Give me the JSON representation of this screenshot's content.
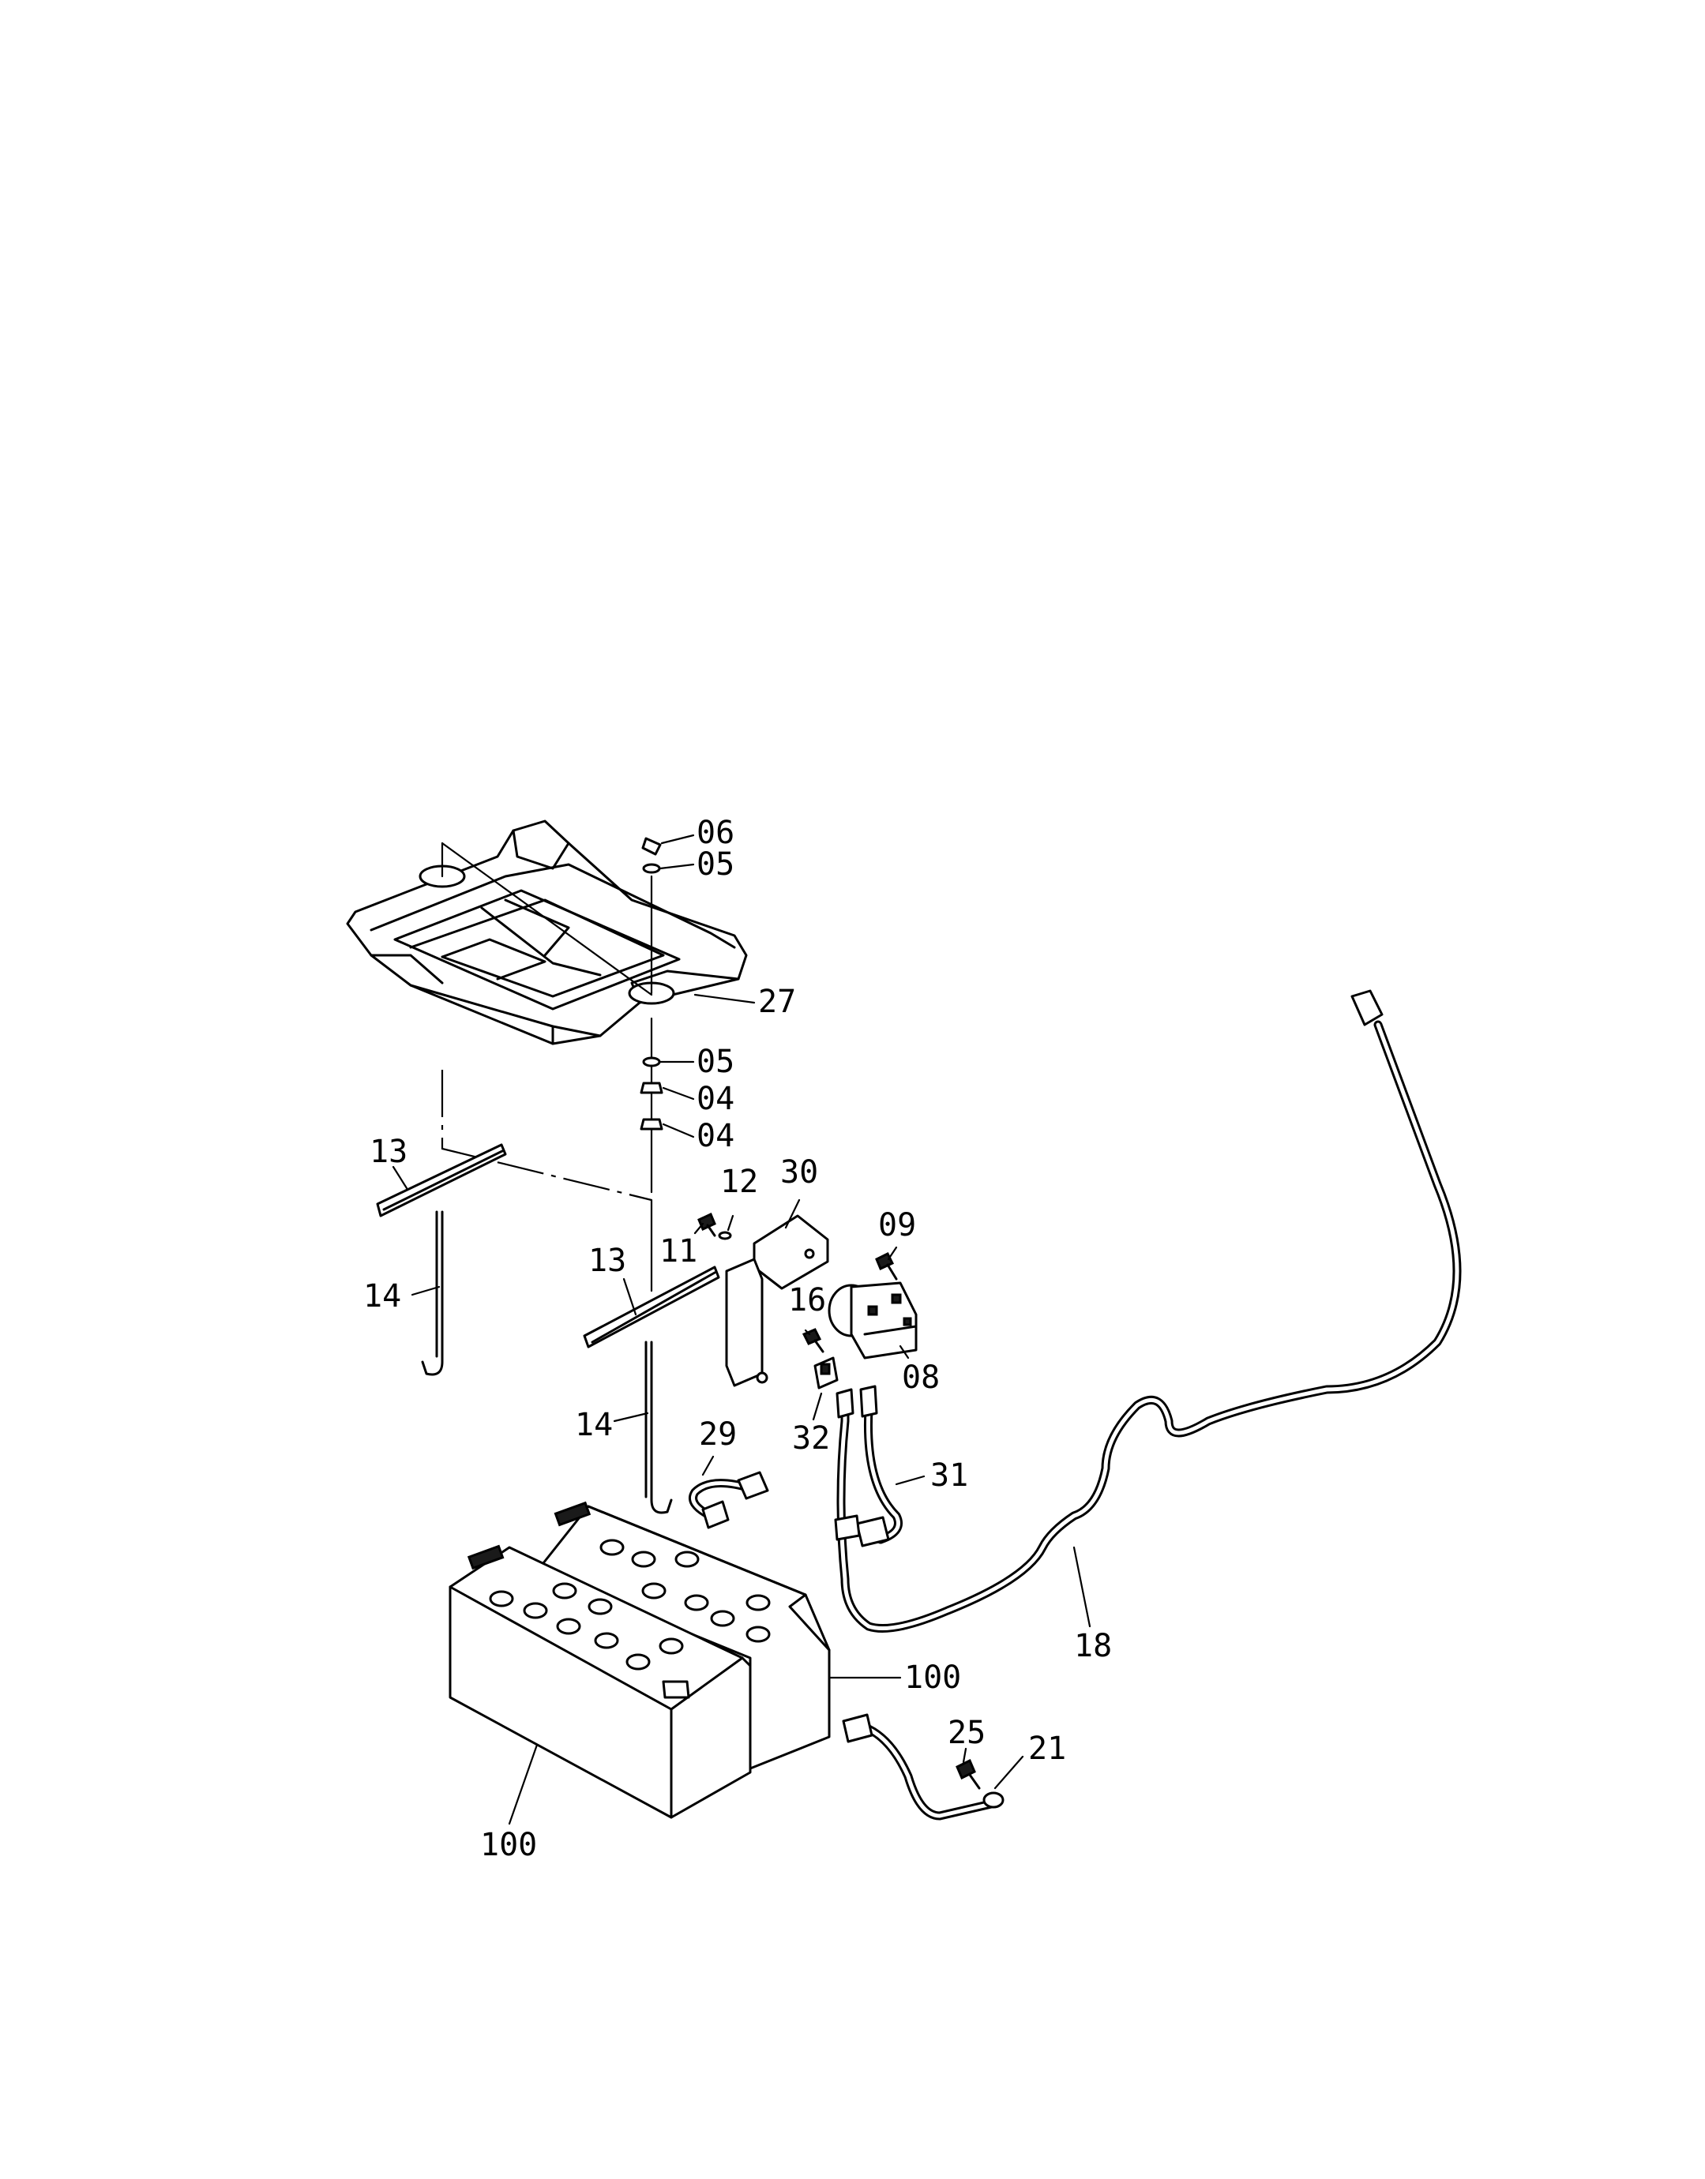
{
  "labels": {
    "p06": "06",
    "p05_top": "05",
    "p27": "27",
    "p05_bottom": "05",
    "p04_a": "04",
    "p04_b": "04",
    "p13_left": "13",
    "p14_left": "14",
    "p12": "12",
    "p30": "30",
    "p11": "11",
    "p13_mid": "13",
    "p09": "09",
    "p16": "16",
    "p14_mid": "14",
    "p08": "08",
    "p32": "32",
    "p29": "29",
    "p31": "31",
    "p18": "18",
    "p100_right": "100",
    "p25": "25",
    "p21": "21",
    "p100_left": "100"
  }
}
